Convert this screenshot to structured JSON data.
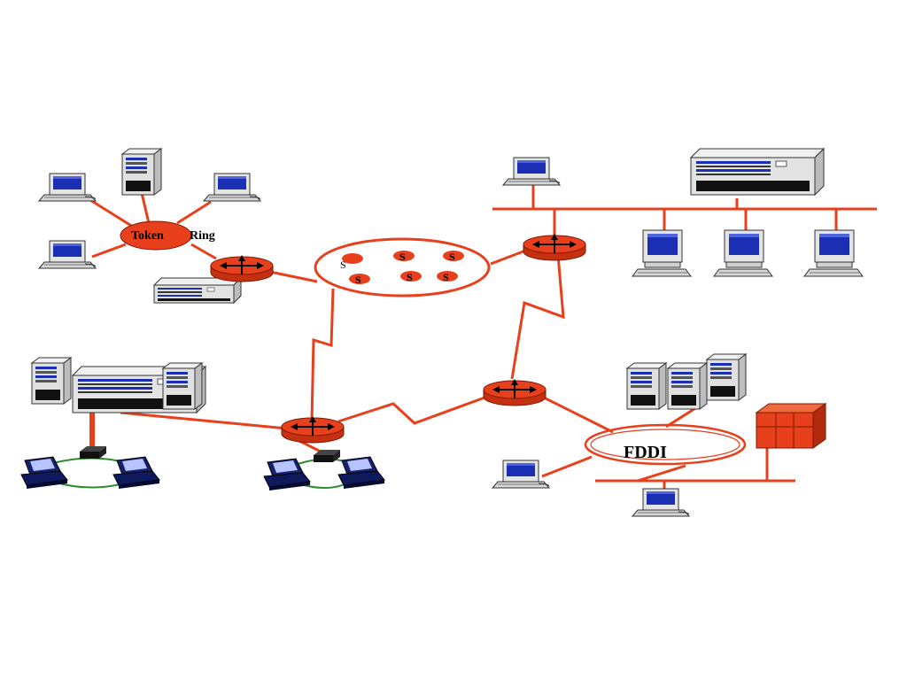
{
  "labels": {
    "token": "Token",
    "ring": "Ring",
    "fddi": "FDDI",
    "switch_node": "S"
  },
  "colors": {
    "link": "#e8401c",
    "router_body": "#e8401c",
    "router_outline": "#7a1a05",
    "fddi_ring": "#e8401c",
    "screen": "#1b2fb5",
    "case": "#e4e4e4",
    "dark_station": "#0e1a5c",
    "lan_ring": "#2e8b2e"
  },
  "icons": [
    "router-icon",
    "desktop-pc-icon",
    "server-tower-icon",
    "mainframe-icon",
    "workstation-icon",
    "hub-icon",
    "cabinet-icon"
  ]
}
